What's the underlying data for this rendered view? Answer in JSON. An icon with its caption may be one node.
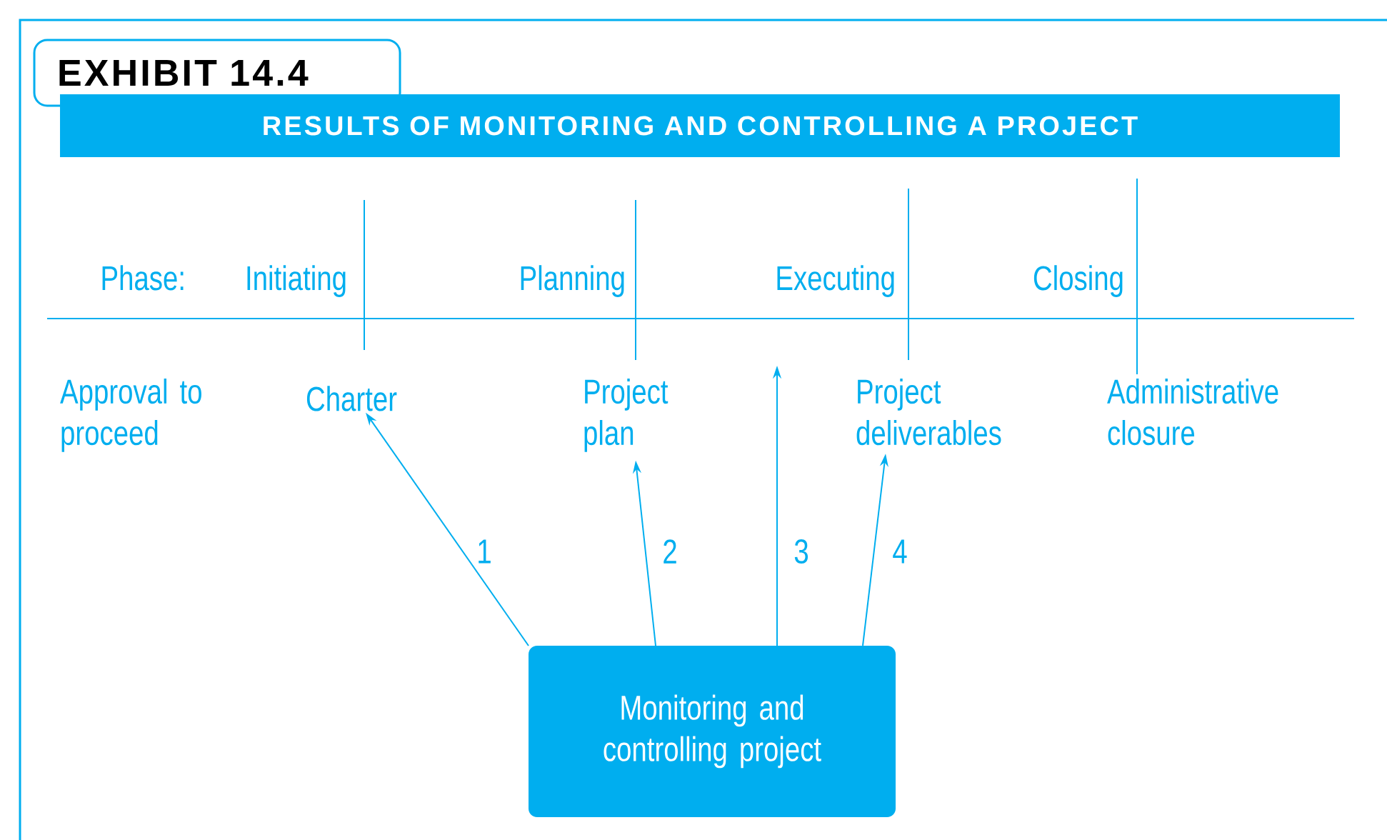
{
  "diagram": {
    "title": "RESULTS OF MONITORING AND CONTROLLING A PROJECT",
    "nodes": [
      {
        "text": [
          "EXHIBIT 14.4"
        ]
      },
      {
        "text": [
          "Charter"
        ]
      },
      {
        "text": [
          "Project plan"
        ]
      },
      {
        "text": [
          "Project deliverables"
        ]
      },
      {
        "text": [
          "Monitoring and controlling project"
        ]
      }
    ],
    "edges": [
      {
        "from": 4,
        "to": 1,
        "arrow": "to",
        "label": "1"
      },
      {
        "from": 4,
        "to": 2,
        "arrow": "to",
        "label": "2"
      },
      {
        "from": 4,
        "to": null,
        "arrow": "to",
        "label": "3"
      },
      {
        "from": 4,
        "to": 3,
        "arrow": "to",
        "label": "4"
      }
    ],
    "labels": [
      "Phase:",
      "Initiating",
      "Planning",
      "Executing",
      "Closing",
      "Approval to proceed",
      "Administrative closure"
    ]
  }
}
